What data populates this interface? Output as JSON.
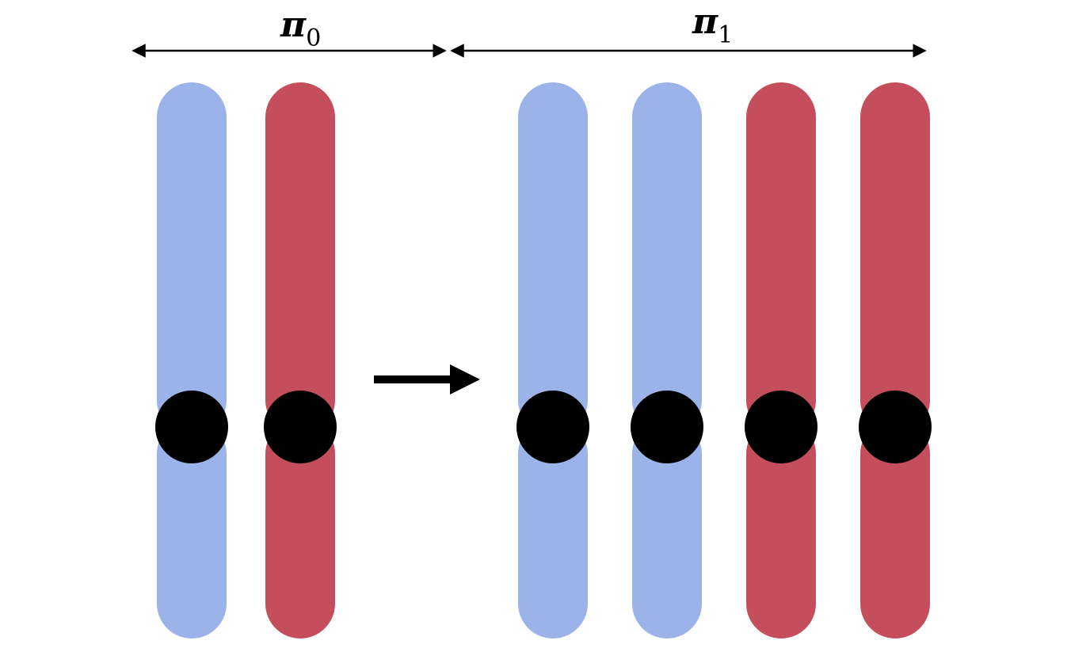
{
  "labels": {
    "pi0_symbol": "π",
    "pi0_subscript": "0",
    "pi1_symbol": "π",
    "pi1_subscript": "1"
  },
  "colors": {
    "blue": "#9cb3e9",
    "red": "#c44e5b",
    "centromere": "#000000",
    "arrow": "#000000"
  },
  "groups": {
    "pi0": [
      "blue",
      "red"
    ],
    "pi1": [
      "blue",
      "blue",
      "red",
      "red"
    ]
  }
}
